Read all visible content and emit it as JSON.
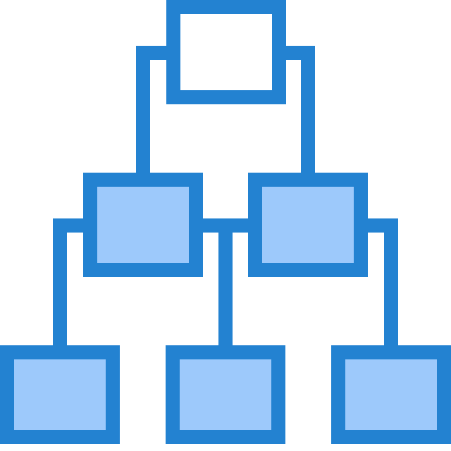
{
  "icon": {
    "name": "hierarchy-icon",
    "colors": {
      "stroke": "#2382d1",
      "fill_top": "#ffffff",
      "fill_nodes": "#9dc9fb",
      "background": "#ffffff"
    }
  },
  "nodes": [
    {
      "id": "root",
      "level": 0,
      "fill": "fill_top"
    },
    {
      "id": "mid-left",
      "level": 1,
      "parent": "root",
      "fill": "fill_nodes"
    },
    {
      "id": "mid-right",
      "level": 1,
      "parent": "root",
      "fill": "fill_nodes"
    },
    {
      "id": "leaf-left",
      "level": 2,
      "parent": "mid-left",
      "fill": "fill_nodes"
    },
    {
      "id": "leaf-center",
      "level": 2,
      "parent": "mid-left",
      "fill": "fill_nodes"
    },
    {
      "id": "leaf-right",
      "level": 2,
      "parent": "mid-right",
      "fill": "fill_nodes"
    }
  ]
}
